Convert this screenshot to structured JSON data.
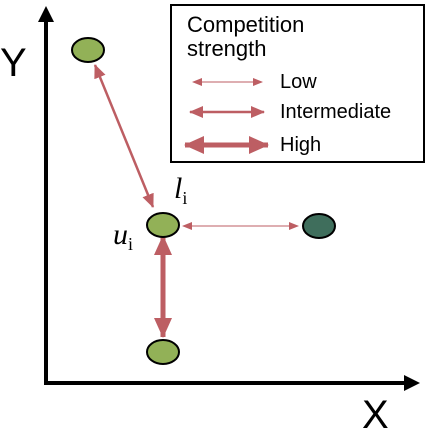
{
  "axes": {
    "x_label": "X",
    "y_label": "Y"
  },
  "legend": {
    "title_line1": "Competition",
    "title_line2": "strength",
    "items": [
      {
        "label": "Low",
        "level": "low"
      },
      {
        "label": "Intermediate",
        "level": "intermediate"
      },
      {
        "label": "High",
        "level": "high"
      }
    ]
  },
  "labels": {
    "u_main": "u",
    "u_sub": "i",
    "l_main": "l",
    "l_sub": "i"
  },
  "colors": {
    "node_light": "#92b157",
    "node_dark": "#3f6e5c",
    "arrow": "#bd5e63",
    "axis": "#000000"
  }
}
